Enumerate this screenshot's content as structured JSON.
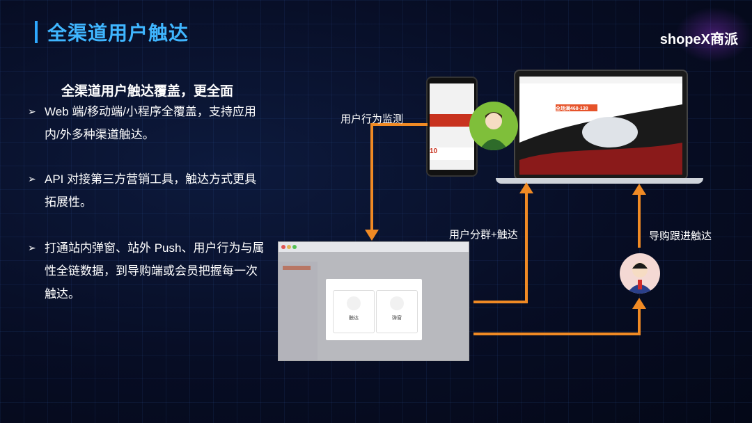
{
  "header": {
    "title": "全渠道用户触达",
    "logo": "shopeX商派"
  },
  "main": {
    "subtitle": "全渠道用户触达覆盖，更全面",
    "bullets": [
      {
        "marker": "➢",
        "line1": "Web 端/移动端/小程序全覆盖，支持应用",
        "line2": "内/外多种渠道触达。"
      },
      {
        "marker": "➢",
        "line1": "API 对接第三方营销工具，触达方式更具",
        "line2": "拓展性。"
      },
      {
        "marker": "➢",
        "line1": "打通站内弹窗、站外 Push、用户行为与属",
        "line2": "性全链数据，到导购端或会员把握每一次",
        "line3": "触达。"
      }
    ]
  },
  "diagram": {
    "label_monitor": "用户行为监测",
    "label_segment": "用户分群+触达",
    "label_guide": "导购跟进触达",
    "modal_card1": "触达",
    "modal_card2": "弹窗",
    "phone_promo": "10",
    "laptop_promo": "全场满468-138",
    "accent": "#f08a24"
  }
}
